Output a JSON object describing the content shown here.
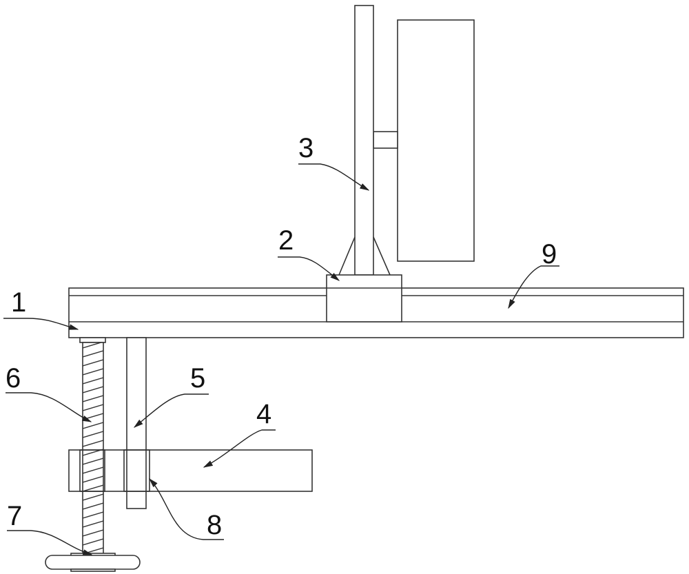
{
  "figure": {
    "labels": {
      "l1": "1",
      "l2": "2",
      "l3": "3",
      "l4": "4",
      "l5": "5",
      "l6": "6",
      "l7": "7",
      "l8": "8",
      "l9": "9"
    },
    "line_color": "#333333"
  }
}
